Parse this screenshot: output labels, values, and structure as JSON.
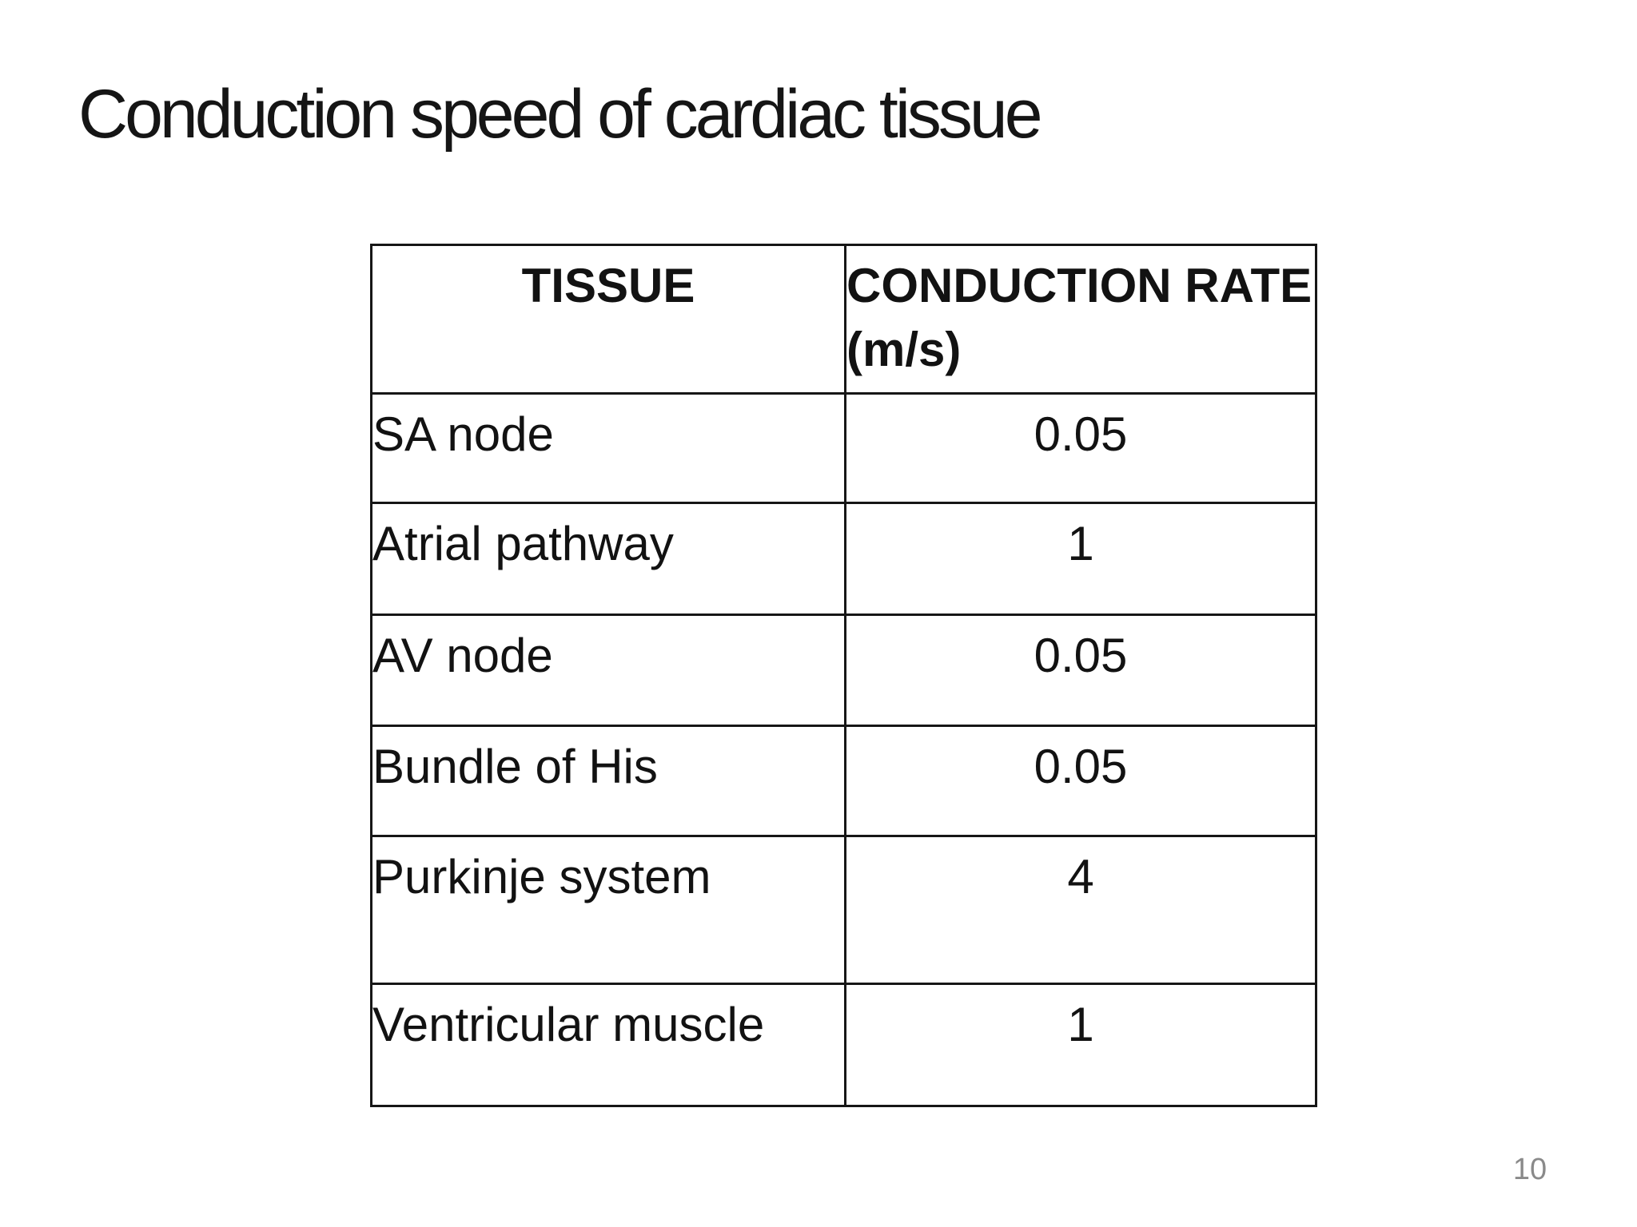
{
  "slide": {
    "title": "Conduction speed of cardiac tissue",
    "page_number": "10",
    "background_color": "#ffffff",
    "title_color": "#151515",
    "border_color": "#161616",
    "page_number_color": "#8a8a8a"
  },
  "table": {
    "headers": {
      "tissue": "TISSUE",
      "rate": "CONDUCTION RATE (m/s)"
    },
    "rows": [
      {
        "tissue": "SA node",
        "rate": "0.05"
      },
      {
        "tissue": "Atrial pathway",
        "rate": "1"
      },
      {
        "tissue": "AV node",
        "rate": "0.05"
      },
      {
        "tissue": "Bundle of His",
        "rate": "0.05"
      },
      {
        "tissue": "Purkinje system",
        "rate": "4"
      },
      {
        "tissue": "Ventricular muscle",
        "rate": "1"
      }
    ]
  }
}
